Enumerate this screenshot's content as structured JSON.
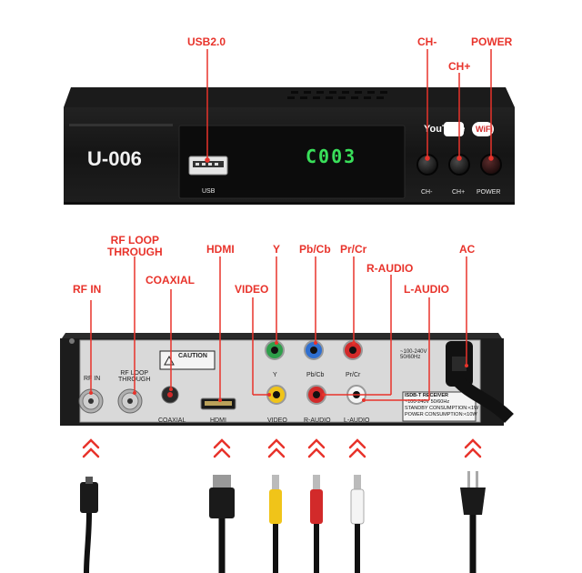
{
  "front": {
    "model": "U-006",
    "display": "C003",
    "usb_label": "USB",
    "youtube_label": "YouTube",
    "wifi_label": "WiFi",
    "btn_ch_minus": "CH-",
    "btn_ch_plus": "CH+",
    "btn_power": "POWER"
  },
  "front_callouts": {
    "usb": "USB2.0",
    "ch_minus": "CH-",
    "ch_plus": "CH+",
    "power": "POWER"
  },
  "back_callouts": {
    "rf_in": "RF IN",
    "rf_loop": "RF LOOP\nTHROUGH",
    "coaxial": "COAXIAL",
    "hdmi": "HDMI",
    "video": "VIDEO",
    "y": "Y",
    "pb": "Pb/Cb",
    "pr": "Pr/Cr",
    "r_audio": "R-AUDIO",
    "l_audio": "L-AUDIO",
    "ac": "AC"
  },
  "back_panel": {
    "rf_in": "RF IN",
    "rf_loop": "RF LOOP\nTHROUGH",
    "caution": "CAUTION",
    "coaxial": "COAXIAL",
    "hdmi": "HDMI",
    "video": "VIDEO",
    "r_audio": "R-AUDIO",
    "l_audio": "L-AUDIO",
    "y": "Y",
    "pb": "Pb/Cb",
    "pr": "Pr/Cr",
    "voltage": "~100-240V\n50/60Hz",
    "spec_line1": "ISDB-T RECEIVER",
    "spec_line2": "~100-240V 50/60Hz",
    "spec_line3": "STANDBY CONSUMPTION:<1W",
    "spec_line4": "POWER CONSUMPTION:<10W"
  },
  "colors": {
    "accent_red": "#e8332b",
    "y_green": "#2e9e4a",
    "pb_blue": "#2f6fd0",
    "pr_red": "#d22a2a",
    "video_yellow": "#f0c419",
    "white": "#f4f4f4"
  }
}
